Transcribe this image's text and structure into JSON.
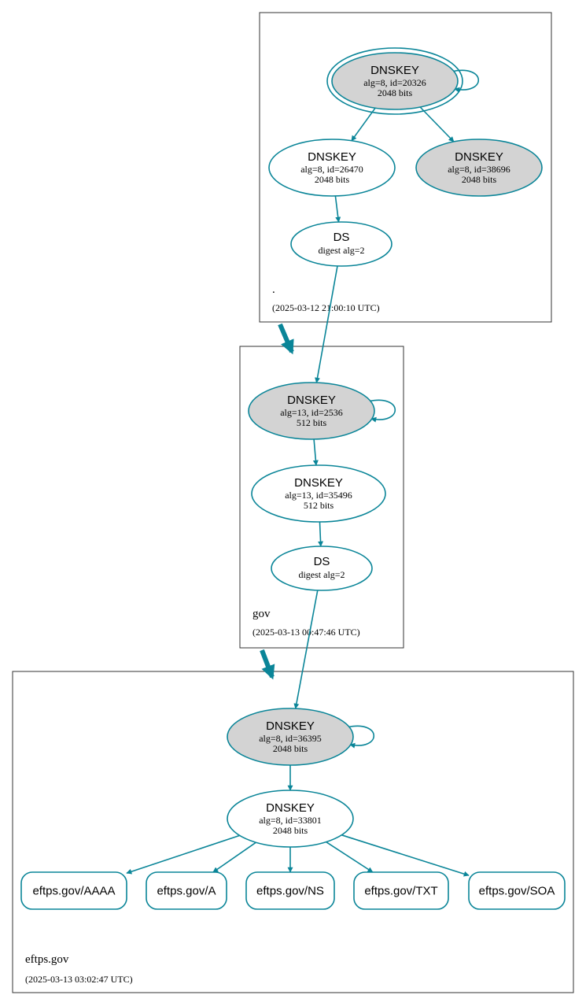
{
  "colors": {
    "edge": "#0a8598",
    "zone_border": "#333333",
    "node_fill_ksk": "#d3d3d3",
    "node_fill_zsk": "#ffffff",
    "background": "#ffffff"
  },
  "zones": [
    {
      "id": "root",
      "name": ".",
      "timestamp": "(2025-03-12 21:00:10 UTC)"
    },
    {
      "id": "gov",
      "name": "gov",
      "timestamp": "(2025-03-13 00:47:46 UTC)"
    },
    {
      "id": "eftps",
      "name": "eftps.gov",
      "timestamp": "(2025-03-13 03:02:47 UTC)"
    }
  ],
  "nodes": [
    {
      "id": "root_ksk",
      "zone": "root",
      "type": "DNSKEY",
      "title": "DNSKEY",
      "detail": "alg=8, id=20326",
      "bits": "2048 bits",
      "style": "ksk-trust-anchor",
      "self_signed": true
    },
    {
      "id": "root_zsk1",
      "zone": "root",
      "type": "DNSKEY",
      "title": "DNSKEY",
      "detail": "alg=8, id=26470",
      "bits": "2048 bits",
      "style": "zsk",
      "self_signed": false
    },
    {
      "id": "root_zsk2",
      "zone": "root",
      "type": "DNSKEY",
      "title": "DNSKEY",
      "detail": "alg=8, id=38696",
      "bits": "2048 bits",
      "style": "ksk",
      "self_signed": false
    },
    {
      "id": "root_ds",
      "zone": "root",
      "type": "DS",
      "title": "DS",
      "detail": "digest alg=2",
      "bits": "",
      "style": "ds",
      "self_signed": false
    },
    {
      "id": "gov_ksk",
      "zone": "gov",
      "type": "DNSKEY",
      "title": "DNSKEY",
      "detail": "alg=13, id=2536",
      "bits": "512 bits",
      "style": "ksk",
      "self_signed": true
    },
    {
      "id": "gov_zsk",
      "zone": "gov",
      "type": "DNSKEY",
      "title": "DNSKEY",
      "detail": "alg=13, id=35496",
      "bits": "512 bits",
      "style": "zsk",
      "self_signed": false
    },
    {
      "id": "gov_ds",
      "zone": "gov",
      "type": "DS",
      "title": "DS",
      "detail": "digest alg=2",
      "bits": "",
      "style": "ds",
      "self_signed": false
    },
    {
      "id": "eftps_ksk",
      "zone": "eftps",
      "type": "DNSKEY",
      "title": "DNSKEY",
      "detail": "alg=8, id=36395",
      "bits": "2048 bits",
      "style": "ksk",
      "self_signed": true
    },
    {
      "id": "eftps_zsk",
      "zone": "eftps",
      "type": "DNSKEY",
      "title": "DNSKEY",
      "detail": "alg=8, id=33801",
      "bits": "2048 bits",
      "style": "zsk",
      "self_signed": false
    }
  ],
  "records": [
    {
      "id": "rr_aaaa",
      "label": "eftps.gov/AAAA"
    },
    {
      "id": "rr_a",
      "label": "eftps.gov/A"
    },
    {
      "id": "rr_ns",
      "label": "eftps.gov/NS"
    },
    {
      "id": "rr_txt",
      "label": "eftps.gov/TXT"
    },
    {
      "id": "rr_soa",
      "label": "eftps.gov/SOA"
    }
  ],
  "edges": [
    {
      "from": "root_ksk",
      "to": "root_zsk1"
    },
    {
      "from": "root_ksk",
      "to": "root_zsk2"
    },
    {
      "from": "root_zsk1",
      "to": "root_ds"
    },
    {
      "from": "root_ds",
      "to": "gov_ksk"
    },
    {
      "from": "gov_ksk",
      "to": "gov_zsk"
    },
    {
      "from": "gov_zsk",
      "to": "gov_ds"
    },
    {
      "from": "gov_ds",
      "to": "eftps_ksk"
    },
    {
      "from": "eftps_ksk",
      "to": "eftps_zsk"
    },
    {
      "from": "eftps_zsk",
      "to": "rr_aaaa"
    },
    {
      "from": "eftps_zsk",
      "to": "rr_a"
    },
    {
      "from": "eftps_zsk",
      "to": "rr_ns"
    },
    {
      "from": "eftps_zsk",
      "to": "rr_txt"
    },
    {
      "from": "eftps_zsk",
      "to": "rr_soa"
    }
  ],
  "delegations": [
    {
      "from": "root",
      "to": "gov"
    },
    {
      "from": "gov",
      "to": "eftps"
    }
  ]
}
